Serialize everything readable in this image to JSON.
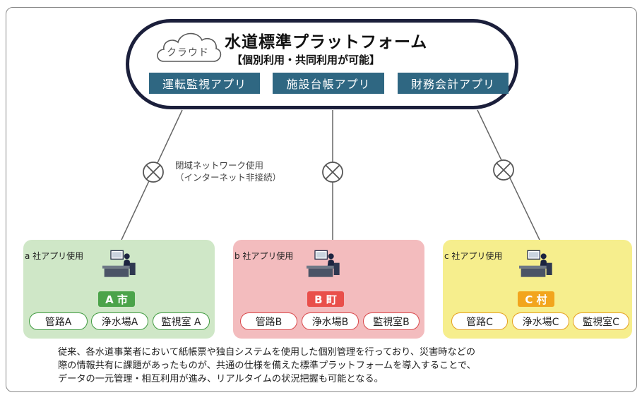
{
  "platform": {
    "cloud_label": "クラウド",
    "title": "水道標準プラットフォーム",
    "subtitle": "【個別利用・共同利用が可能】",
    "apps": [
      "運転監視アプリ",
      "施設台帳アプリ",
      "財務会計アプリ"
    ]
  },
  "network": {
    "note_line1": "閉域ネットワーク使用",
    "note_line2": "（インターネット非接続）"
  },
  "operators": [
    {
      "company": "a 社アプリ使用",
      "city": "A 市",
      "facilities": [
        "管路A",
        "浄水場A",
        "監視室 A"
      ],
      "color": "#4ba34a"
    },
    {
      "company": "b 社アプリ使用",
      "city": "B 町",
      "facilities": [
        "管路B",
        "浄水場B",
        "監視室B"
      ],
      "color": "#e94f4a"
    },
    {
      "company": "c 社アプリ使用",
      "city": "C 村",
      "facilities": [
        "管路C",
        "浄水場C",
        "監視室C"
      ],
      "color": "#f2a51d"
    }
  ],
  "description": [
    "従来、各水道事業者において紙帳票や独自システムを使用した個別管理を行っており、災害時などの",
    "際の情報共有に課題があったものが、共通の仕様を備えた標準プラットフォームを導入することで、",
    "データの一元管理・相互利用が進み、リアルタイムの状況把握も可能となる。"
  ],
  "colors": {
    "platform_border": "#1b1f3b",
    "app_button": "#2f6782",
    "panel_a": "#cfe7c7",
    "panel_b": "#f3bcbe",
    "panel_c": "#f6ee8d"
  },
  "icons": [
    "cloud-icon",
    "closed-network-icon",
    "operator-workstation-icon"
  ]
}
